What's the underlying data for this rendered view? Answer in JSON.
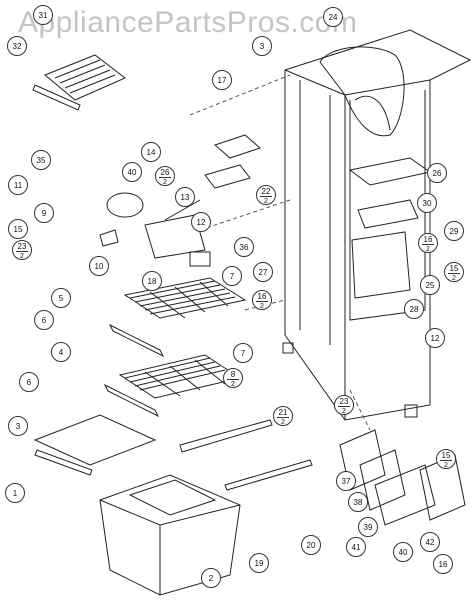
{
  "watermark": "AppliancePartsPros.com",
  "callouts": [
    {
      "id": "31",
      "label": "31"
    },
    {
      "id": "32",
      "label": "32"
    },
    {
      "id": "24",
      "label": "24"
    },
    {
      "id": "3",
      "label": "3"
    },
    {
      "id": "17",
      "label": "17"
    },
    {
      "id": "14",
      "label": "14"
    },
    {
      "id": "26a",
      "label": "26"
    },
    {
      "id": "35",
      "label": "35"
    },
    {
      "id": "11",
      "label": "11"
    },
    {
      "id": "9",
      "label": "9"
    },
    {
      "id": "15a",
      "label": "15"
    },
    {
      "id": "40",
      "label": "40"
    },
    {
      "id": "13",
      "label": "13"
    },
    {
      "id": "12a",
      "label": "12"
    },
    {
      "id": "10",
      "label": "10"
    },
    {
      "id": "18",
      "label": "18"
    },
    {
      "id": "36",
      "label": "36"
    },
    {
      "id": "30",
      "label": "30"
    },
    {
      "id": "29",
      "label": "29"
    },
    {
      "id": "27",
      "label": "27"
    },
    {
      "id": "25",
      "label": "25"
    },
    {
      "id": "28",
      "label": "28"
    },
    {
      "id": "12b",
      "label": "12"
    },
    {
      "id": "7a",
      "label": "7"
    },
    {
      "id": "5",
      "label": "5"
    },
    {
      "id": "6a",
      "label": "6"
    },
    {
      "id": "7b",
      "label": "7"
    },
    {
      "id": "4",
      "label": "4"
    },
    {
      "id": "6b",
      "label": "6"
    },
    {
      "id": "3b",
      "label": "3"
    },
    {
      "id": "1",
      "label": "1"
    },
    {
      "id": "2",
      "label": "2"
    },
    {
      "id": "19",
      "label": "19"
    },
    {
      "id": "20",
      "label": "20"
    },
    {
      "id": "37",
      "label": "37"
    },
    {
      "id": "38",
      "label": "38"
    },
    {
      "id": "39",
      "label": "39"
    },
    {
      "id": "41",
      "label": "41"
    },
    {
      "id": "40b",
      "label": "40"
    },
    {
      "id": "42",
      "label": "42"
    },
    {
      "id": "16",
      "label": "16"
    }
  ],
  "fraction_callouts": [
    {
      "id": "26-2",
      "num": "26",
      "den": "2"
    },
    {
      "id": "22-2",
      "num": "22",
      "den": "2"
    },
    {
      "id": "23-2",
      "num": "23",
      "den": "2"
    },
    {
      "id": "16-2",
      "num": "16",
      "den": "2"
    },
    {
      "id": "15-2",
      "num": "15",
      "den": "2"
    },
    {
      "id": "16-2b",
      "num": "16",
      "den": "2"
    },
    {
      "id": "8-2",
      "num": "8",
      "den": "2"
    },
    {
      "id": "21-2",
      "num": "21",
      "den": "2"
    },
    {
      "id": "23-2b",
      "num": "23",
      "den": "2"
    },
    {
      "id": "15-2c",
      "num": "15",
      "den": "2"
    }
  ]
}
